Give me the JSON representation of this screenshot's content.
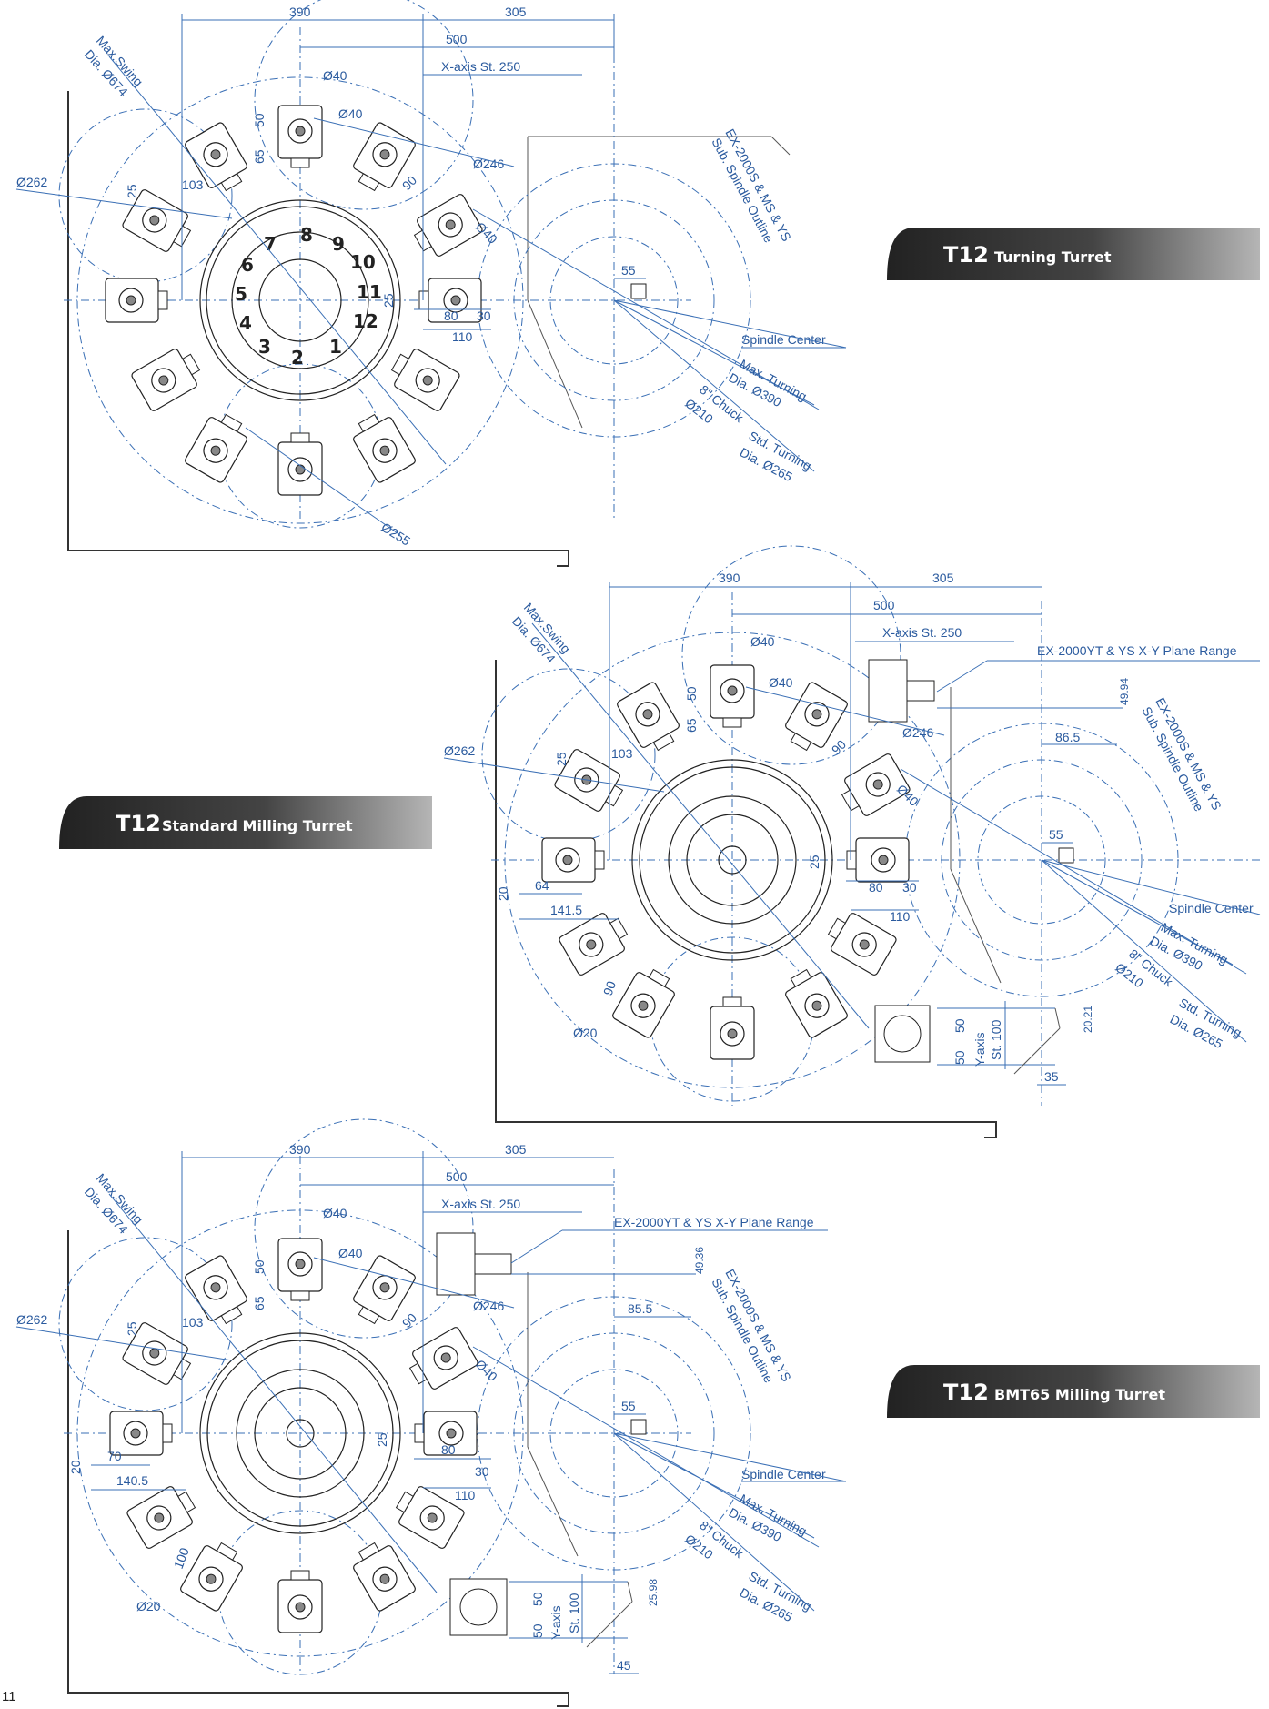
{
  "page": {
    "number": "11"
  },
  "badges": [
    {
      "code": "T12",
      "name": "Turning Turret"
    },
    {
      "code": "T12",
      "name": "Standard Milling Turret"
    },
    {
      "code": "T12",
      "name": "BMT65 Milling Turret"
    }
  ],
  "common_dims": {
    "d390": "390",
    "d305": "305",
    "d500": "500",
    "xaxis": "X-axis St. 250",
    "swing": "Max.Swing",
    "swing_dia": "Dia. Ø674",
    "d262": "Ø262",
    "d246": "Ø246",
    "d40a": "Ø40",
    "d40b": "Ø40",
    "d40c": "Ø40",
    "d255": "Ø255",
    "d103": "103",
    "d90": "90",
    "d65": "65",
    "d50": "50",
    "d25a": "25",
    "d25b": "25",
    "d80": "80",
    "d30": "30",
    "d110": "110",
    "d55": "55",
    "spindle_center": "Spindle Center",
    "max_turning": "Max. Turning",
    "max_turning_dia": "Dia. Ø390",
    "chuck": "8\" Chuck",
    "chuck_dia": "Ø210",
    "std_turning": "Std. Turning",
    "std_turning_dia": "Dia. Ø265",
    "sub_outline_a": "EX-2000S & MS & YS",
    "sub_outline_b": "Sub. Spindle Outline"
  },
  "turning": {
    "station_numbers": [
      "1",
      "2",
      "3",
      "4",
      "5",
      "6",
      "7",
      "8",
      "9",
      "10",
      "11",
      "12"
    ]
  },
  "standard_milling": {
    "xy_range": "EX-2000YT & YS X-Y Plane Range",
    "d49_94": "49.94",
    "d86_5": "86.5",
    "d20": "20",
    "d64": "64",
    "d141_5": "141.5",
    "d20_dia": "Ø20",
    "d90b": "90",
    "d50a": "50",
    "d50b": "50",
    "yaxis": "Y-axis",
    "yst": "St. 100",
    "d20_21": "20.21",
    "d35": "35"
  },
  "bmt_milling": {
    "xy_range": "EX-2000YT & YS X-Y Plane Range",
    "d49_36": "49.36",
    "d85_5": "85.5",
    "d20": "20",
    "d70": "70",
    "d140_5": "140.5",
    "d20_dia": "Ø20",
    "d100": "100",
    "d50a": "50",
    "d50b": "50",
    "yaxis": "Y-axis",
    "yst": "St. 100",
    "d25_98": "25.98",
    "d45": "45"
  },
  "colors": {
    "dimension": "#2a5a9e",
    "badge_dark": "#2d2d2d",
    "badge_light": "#a8a8a8",
    "frame": "#333333"
  }
}
